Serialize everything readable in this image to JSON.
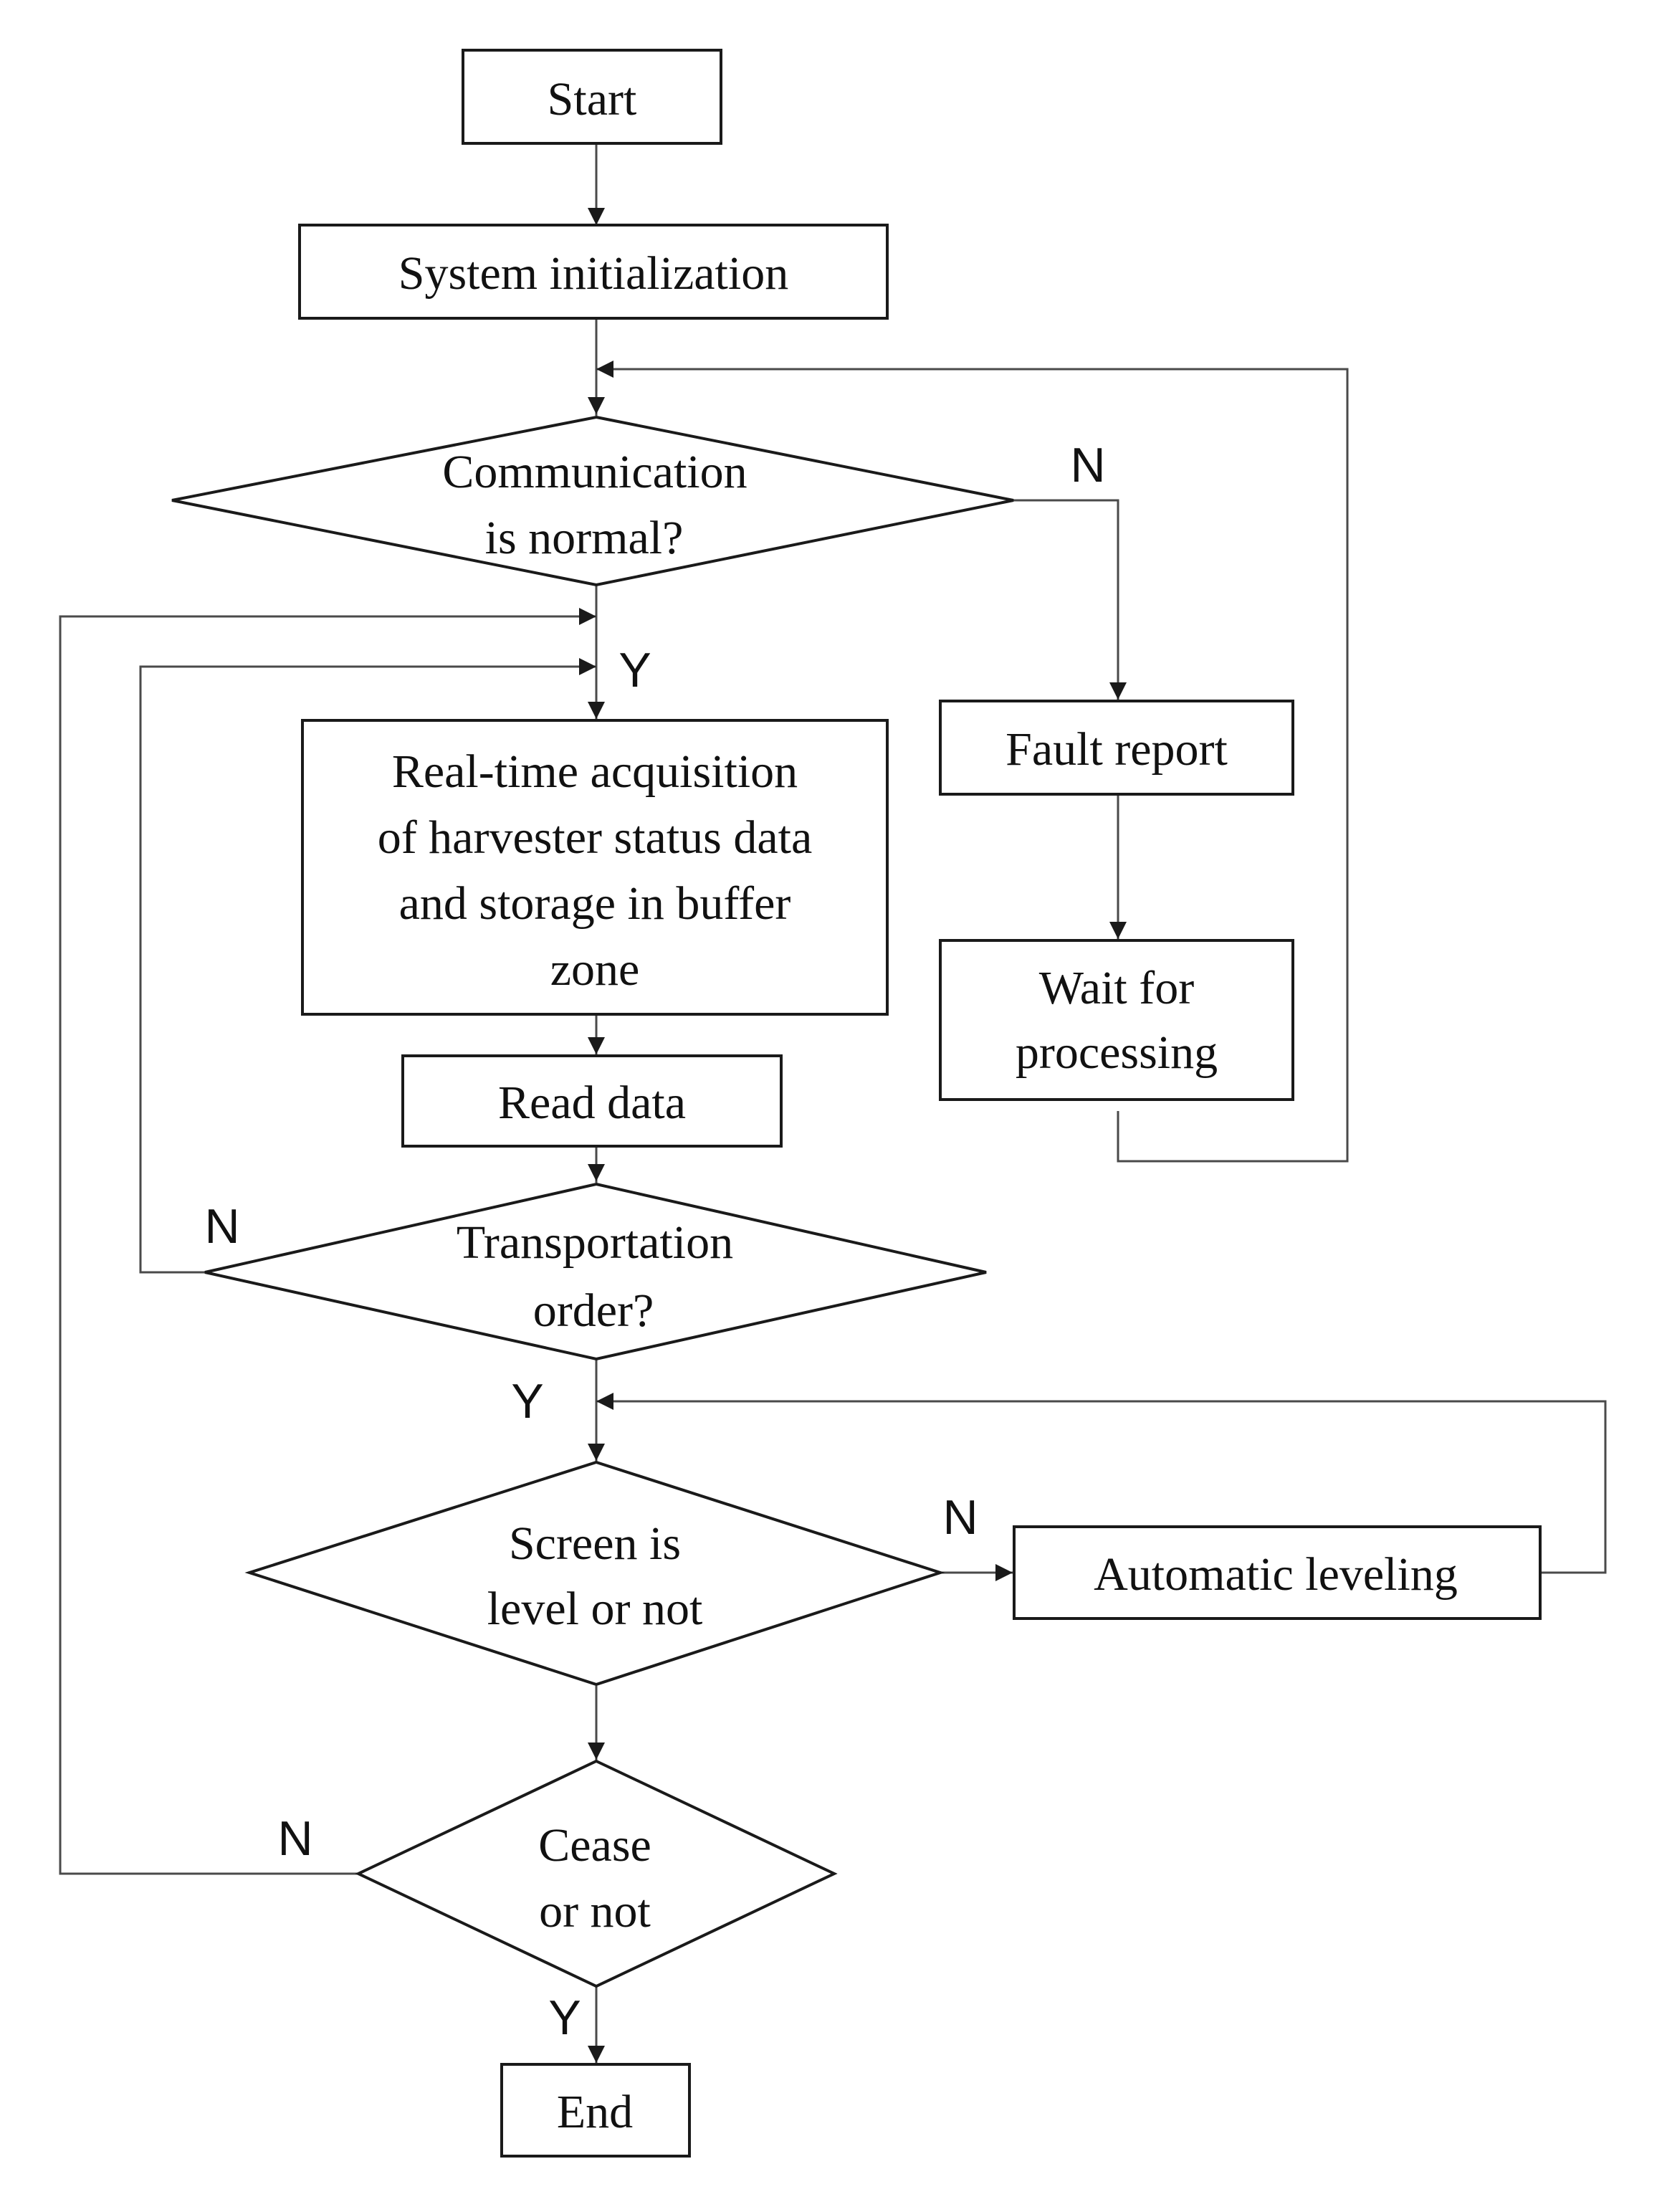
{
  "nodes": {
    "start": "Start",
    "init": "System initialization",
    "comm": [
      "Communication",
      "is normal?"
    ],
    "fault": "Fault report",
    "wait": [
      "Wait for",
      "processing"
    ],
    "acq": [
      "Real-time acquisition",
      "of harvester status data",
      "and storage in buffer",
      "zone"
    ],
    "read": "Read data",
    "trans": [
      "Transportation",
      "order?"
    ],
    "screen": [
      "Screen is",
      "level or not"
    ],
    "level": "Automatic leveling",
    "cease": [
      "Cease",
      "or not"
    ],
    "end": "End"
  },
  "labels": {
    "comm_no": "N",
    "comm_yes": "Y",
    "trans_no": "N",
    "trans_yes": "Y",
    "screen_no": "N",
    "cease_no": "N",
    "cease_yes": "Y"
  }
}
